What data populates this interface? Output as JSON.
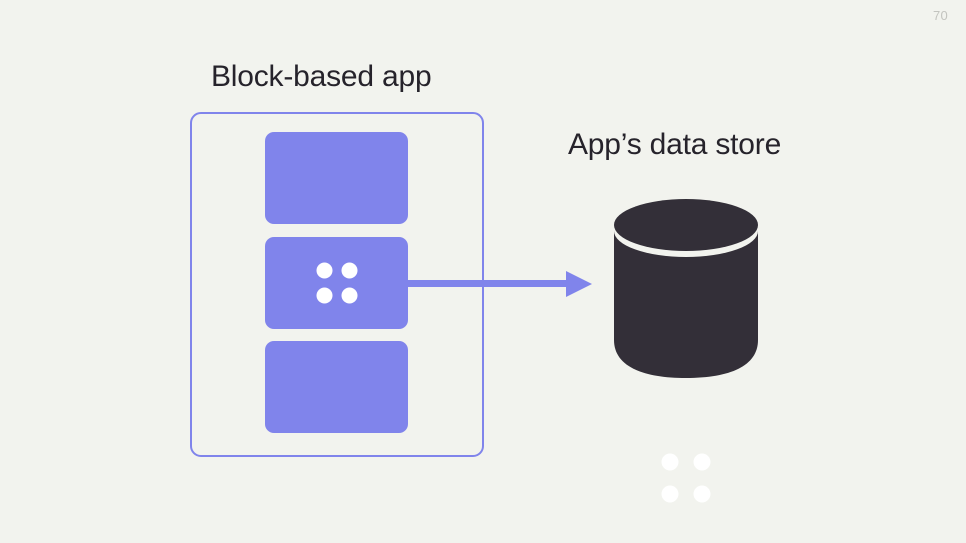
{
  "slide": {
    "page_number": "70",
    "background_color": "#F2F3EE",
    "accent_color": "#8084EB",
    "dark_color": "#332F38",
    "text_color": "#26232B"
  },
  "app_group": {
    "title": "Block-based app",
    "blocks": [
      {
        "name": "block-plain-top",
        "has_dots": false
      },
      {
        "name": "block-with-data",
        "has_dots": true
      },
      {
        "name": "block-plain-bottom",
        "has_dots": false
      }
    ]
  },
  "flow": {
    "arrow_label": "data-flow-arrow",
    "direction": "right"
  },
  "data_store": {
    "title": "App’s data store",
    "icon": "database-cylinder",
    "dot_count": 4
  }
}
